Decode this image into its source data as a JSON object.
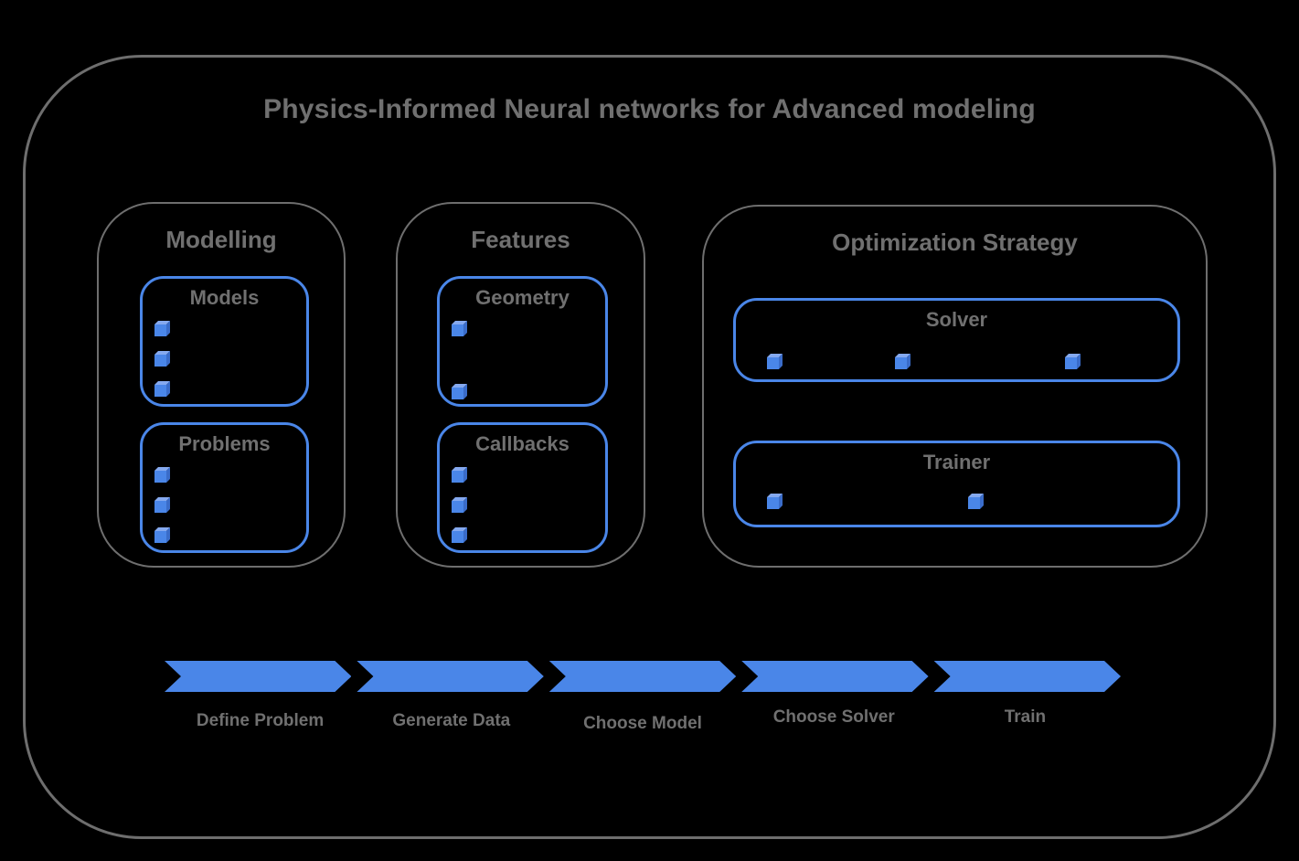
{
  "title": "Physics-Informed Neural networks for Advanced modeling",
  "colors": {
    "accent_blue": "#4a86e8",
    "border_gray": "#6e6e6e",
    "text_gray": "#707070",
    "background": "#000000"
  },
  "sections": {
    "modelling": {
      "label": "Modelling",
      "models": {
        "label": "Models",
        "cube_count": 3
      },
      "problems": {
        "label": "Problems",
        "cube_count": 3
      }
    },
    "features": {
      "label": "Features",
      "geometry": {
        "label": "Geometry",
        "cube_count": 2
      },
      "callbacks": {
        "label": "Callbacks",
        "cube_count": 3
      }
    },
    "optimization": {
      "label": "Optimization Strategy",
      "solver": {
        "label": "Solver",
        "cube_count": 3
      },
      "trainer": {
        "label": "Trainer",
        "cube_count": 2
      }
    }
  },
  "pipeline": {
    "steps": [
      {
        "label": "Define Problem"
      },
      {
        "label": "Generate Data"
      },
      {
        "label": "Choose Model"
      },
      {
        "label": "Choose Solver"
      },
      {
        "label": "Train"
      }
    ]
  }
}
